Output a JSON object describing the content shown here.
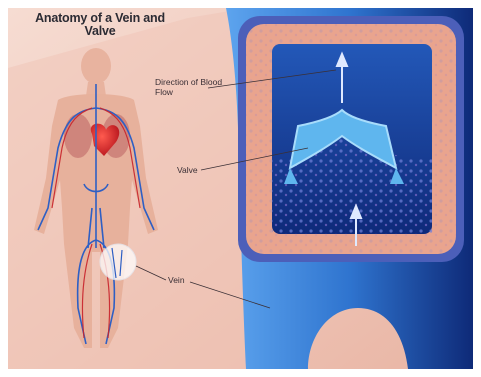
{
  "title": "Anatomy of a Vein and Valve",
  "labels": {
    "direction_of_blood_flow": "Direction of Blood Flow",
    "valve": "Valve",
    "vein": "Vein"
  },
  "colors": {
    "background": "#f3d3c8",
    "vein_blue": "#3a7fd6",
    "vessel_wall": "#e9a48e",
    "lumen_dark": "#1a3a8c",
    "heart": "#d32026",
    "vein_lines": "#2e5fc4"
  }
}
